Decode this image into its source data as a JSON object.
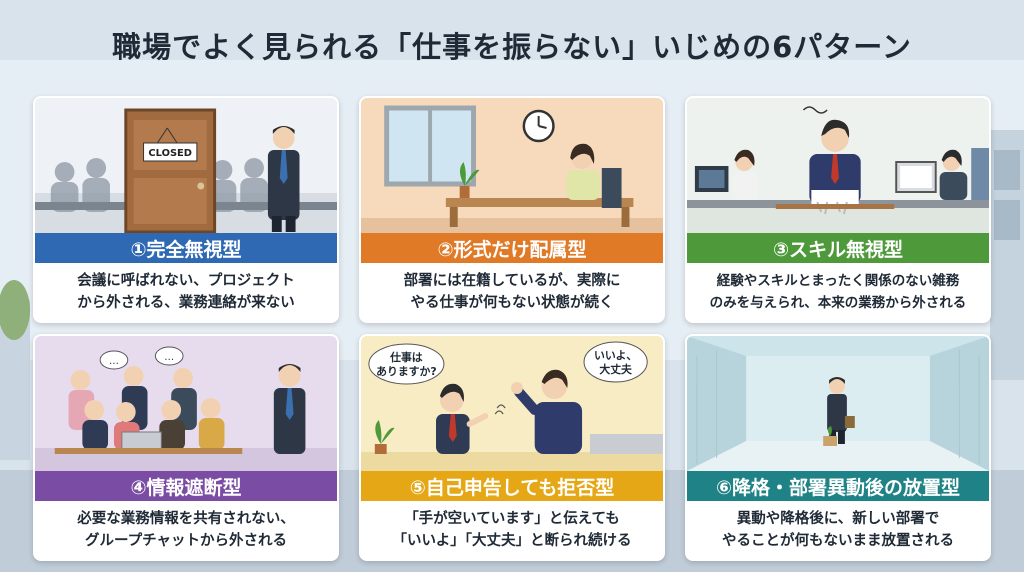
{
  "title": "職場でよく見られる「仕事を振らない」いじめの6パターン",
  "colors": {
    "blue": "#2f69b3",
    "orange": "#e07a26",
    "green": "#4e9a3a",
    "purple": "#7b4ca3",
    "yellow": "#e5a716",
    "teal": "#1e8286"
  },
  "cards": [
    {
      "label": "①完全無視型",
      "desc": [
        "会議に呼ばれない、プロジェクト",
        "から外される、業務連絡が来ない"
      ],
      "sign": "CLOSED"
    },
    {
      "label": "②形式だけ配属型",
      "desc": [
        "部署には在籍しているが、実際に",
        "やる仕事が何もない状態が続く"
      ]
    },
    {
      "label": "③スキル無視型",
      "desc": [
        "経験やスキルとまったく関係のない雑務",
        "のみを与えられ、本来の業務から外される"
      ]
    },
    {
      "label": "④情報遮断型",
      "desc": [
        "必要な業務情報を共有されない、",
        "グループチャットから外される"
      ]
    },
    {
      "label": "⑤自己申告しても拒否型",
      "desc": [
        "「手が空いています」と伝えても",
        "「いいよ」「大丈夫」と断られ続ける"
      ],
      "bubble_left": [
        "仕事は",
        "ありますか?"
      ],
      "bubble_right": [
        "いいよ、",
        "大丈夫"
      ]
    },
    {
      "label": "⑥降格・部署異動後の放置型",
      "desc": [
        "異動や降格後に、新しい部署で",
        "やることが何もないまま放置される"
      ]
    }
  ]
}
